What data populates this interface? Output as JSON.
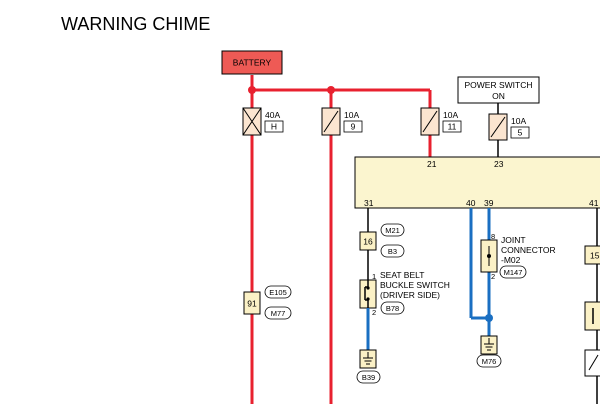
{
  "diagram": {
    "title": "WARNING CHIME",
    "colors": {
      "red_wire": "#e8212f",
      "blue_wire": "#1a6fc2",
      "black_wire": "#000000",
      "module_fill": "#fbf5cf",
      "battery_fill": "#ee5a55",
      "connector_fill": "#fbf1c6"
    },
    "battery": {
      "label": "BATTERY"
    },
    "power_switch": {
      "line1": "POWER SWITCH",
      "line2": "ON"
    },
    "fuses": [
      {
        "amp": "40A",
        "id": "H"
      },
      {
        "amp": "10A",
        "id": "9"
      },
      {
        "amp": "10A",
        "id": "11"
      },
      {
        "amp": "10A",
        "id": "5"
      }
    ],
    "module_pins": {
      "top": [
        "21",
        "23"
      ],
      "bottom": [
        "31",
        "40",
        "39",
        "41"
      ]
    },
    "connectors": {
      "c16": {
        "pin": "16",
        "tags": [
          "M21",
          "B3"
        ]
      },
      "c91": {
        "pin": "91",
        "tags": [
          "E105",
          "M77"
        ]
      },
      "c15": {
        "pin": "15"
      }
    },
    "seat_belt_switch": {
      "pin1": "1",
      "pin2": "2",
      "line1": "SEAT BELT",
      "line2": "BUCKLE SWITCH",
      "line3": "(DRIVER SIDE)",
      "tag": "B78"
    },
    "joint_connector": {
      "pin8": "8",
      "pin2": "2",
      "line1": "JOINT",
      "line2": "CONNECTOR",
      "line3": "-M02",
      "tag": "M147"
    },
    "grounds": [
      "B39",
      "M76"
    ]
  }
}
